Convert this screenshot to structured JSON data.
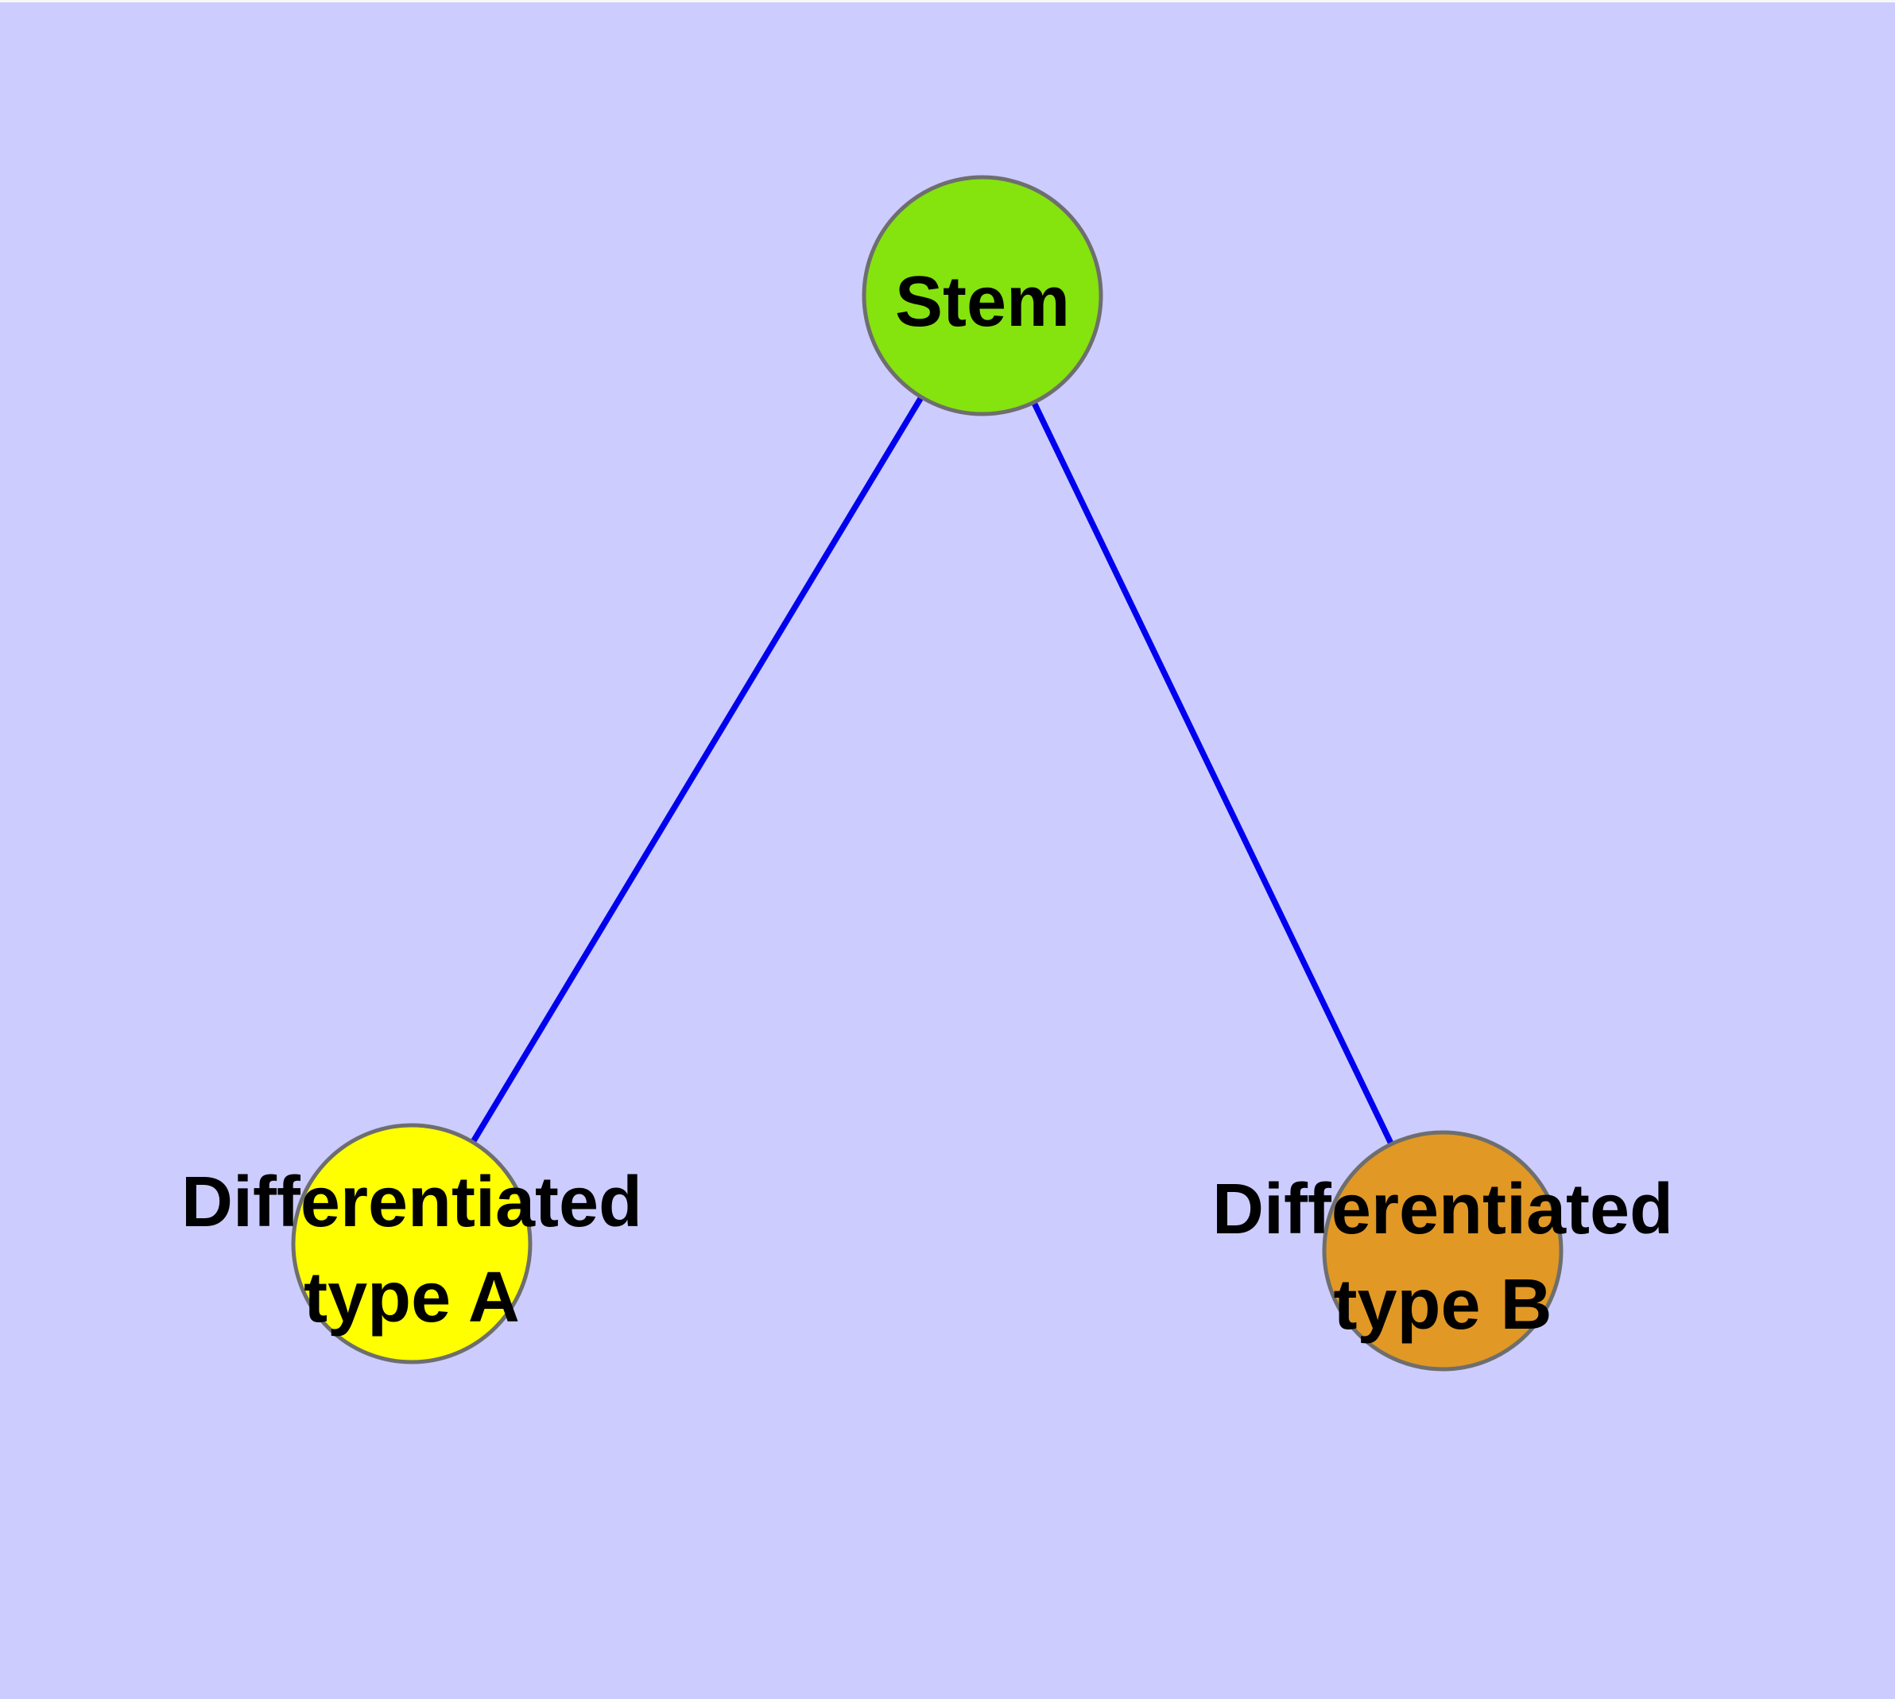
{
  "diagram": {
    "type": "graph",
    "description": "Cell differentiation hierarchy: a stem node connected to two differentiated cell type nodes",
    "background_color": "#ccccff",
    "top_border_color": "#f7f7f7",
    "edge_color": "#0000ee",
    "node_border_color": "#6e6e6e",
    "label_color": "#000000",
    "nodes": [
      {
        "id": "stem",
        "label": "Stem",
        "color": "#85e30e"
      },
      {
        "id": "differentiated-type-a",
        "label": "Differentiated type A",
        "label_line1": "Differentiated",
        "label_line2": "type A",
        "color": "#ffff00"
      },
      {
        "id": "differentiated-type-b",
        "label": "Differentiated type B",
        "label_line1": "Differentiated",
        "label_line2": "type B",
        "color": "#e19824"
      }
    ],
    "edges": [
      {
        "from": "stem",
        "to": "differentiated-type-a"
      },
      {
        "from": "stem",
        "to": "differentiated-type-b"
      }
    ]
  }
}
